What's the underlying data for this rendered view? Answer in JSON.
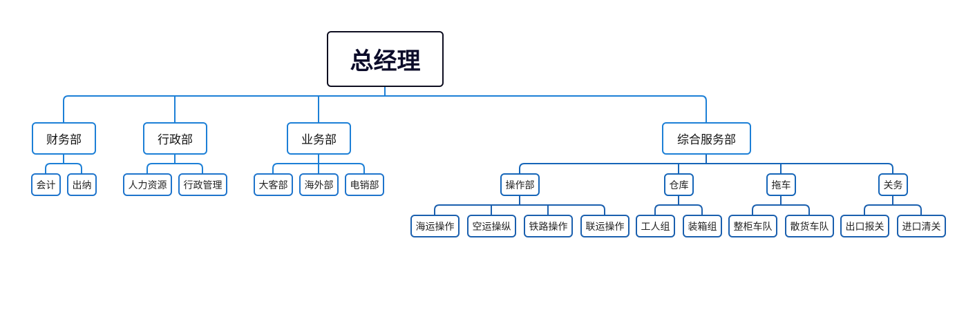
{
  "root": {
    "label": "总经理"
  },
  "departments": {
    "finance": {
      "label": "财务部",
      "children": [
        "会计",
        "出纳"
      ]
    },
    "admin": {
      "label": "行政部",
      "children": [
        "人力资源",
        "行政管理"
      ]
    },
    "business": {
      "label": "业务部",
      "children": [
        "大客部",
        "海外部",
        "电销部"
      ]
    },
    "services": {
      "label": "综合服务部",
      "ops": {
        "label": "操作部",
        "children": [
          "海运操作",
          "空运操纵",
          "铁路操作",
          "联运操作"
        ]
      },
      "warehouse": {
        "label": "仓库",
        "children": [
          "工人组",
          "装箱组"
        ]
      },
      "trucking": {
        "label": "拖车",
        "children": [
          "整柜车队",
          "散货车队"
        ]
      },
      "customs": {
        "label": "关务",
        "children": [
          "出口报关",
          "进口清关"
        ]
      }
    }
  }
}
